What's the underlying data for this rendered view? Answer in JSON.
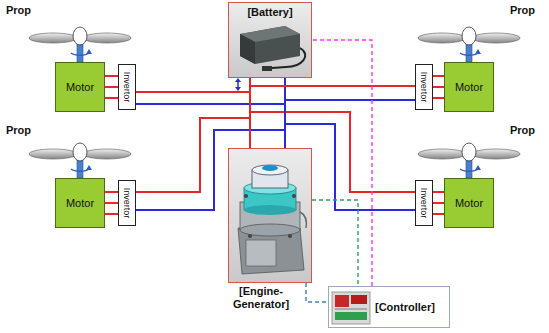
{
  "diagram": {
    "nodes": [
      {
        "text": [
          "[Battery]"
        ]
      },
      {
        "text": [
          "Motor"
        ]
      },
      {
        "text": [
          "Invertor"
        ]
      },
      {
        "text": [
          "Invertor"
        ]
      },
      {
        "text": [
          "Motor"
        ]
      },
      {
        "text": [
          "[Engine- Generator]"
        ]
      },
      {
        "text": [
          "Motor"
        ]
      },
      {
        "text": [
          "Invertor"
        ]
      },
      {
        "text": [
          "Invertor"
        ]
      },
      {
        "text": [
          "Motor"
        ]
      },
      {
        "text": [
          "[Controller]"
        ]
      }
    ],
    "edges": [
      {
        "from": 2,
        "to": 1,
        "arrow": "none"
      },
      {
        "from": 3,
        "to": 4,
        "arrow": "none"
      },
      {
        "from": 7,
        "to": 6,
        "arrow": "none"
      },
      {
        "from": 8,
        "to": 9,
        "arrow": "none"
      },
      {
        "from": 2,
        "to": 0,
        "arrow": "none"
      },
      {
        "from": 3,
        "to": 0,
        "arrow": "none"
      },
      {
        "from": 7,
        "to": 0,
        "arrow": "none"
      },
      {
        "from": 8,
        "to": 0,
        "arrow": "none"
      },
      {
        "from": 2,
        "to": 5,
        "arrow": "none"
      },
      {
        "from": 3,
        "to": 5,
        "arrow": "none"
      },
      {
        "from": 7,
        "to": 5,
        "arrow": "none"
      },
      {
        "from": 8,
        "to": 5,
        "arrow": "none"
      },
      {
        "from": 0,
        "to": 5,
        "arrow": "none"
      },
      {
        "from": 10,
        "to": 0,
        "arrow": "none"
      },
      {
        "from": 5,
        "to": 10,
        "arrow": "none"
      },
      {
        "from": 5,
        "to": 10,
        "arrow": "none"
      }
    ],
    "labels": [
      "Prop",
      "Prop",
      "Prop",
      "Prop"
    ]
  }
}
